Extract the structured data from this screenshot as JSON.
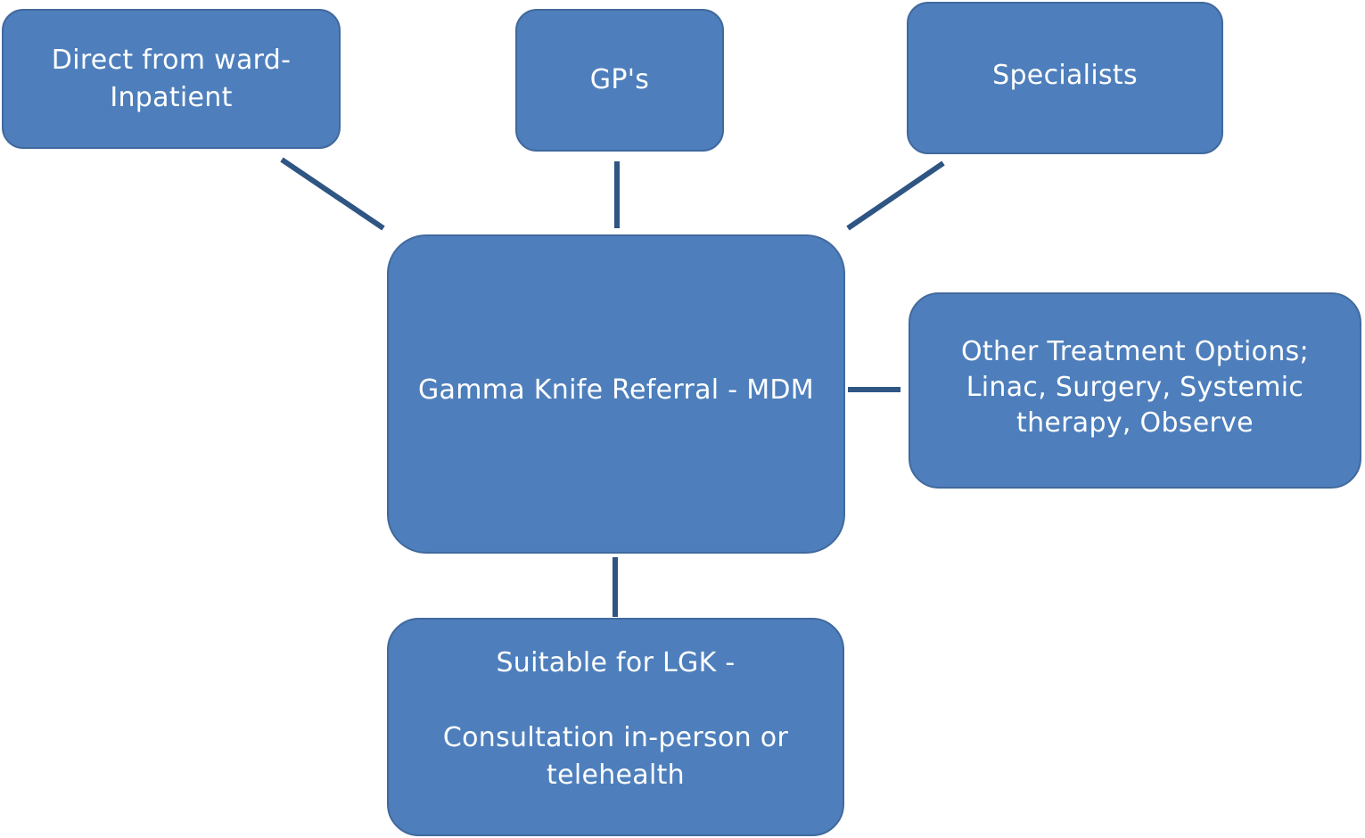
{
  "diagram": {
    "center": {
      "label": "Gamma  Knife Referral - MDM"
    },
    "sources": [
      {
        "label": "Direct from ward-\nInpatient"
      },
      {
        "label": "GP's"
      },
      {
        "label": "Specialists"
      }
    ],
    "alternative": {
      "label": "Other Treatment  Options;\nLinac, Surgery, Systemic\ntherapy, Observe"
    },
    "outcome": {
      "label": "Suitable for LGK -\n\nConsultation in-person or\ntelehealth"
    }
  },
  "colors": {
    "box_fill": "#4e7fbc",
    "box_border": "#41699d",
    "connector": "#2f5583",
    "text": "#ffffff"
  }
}
